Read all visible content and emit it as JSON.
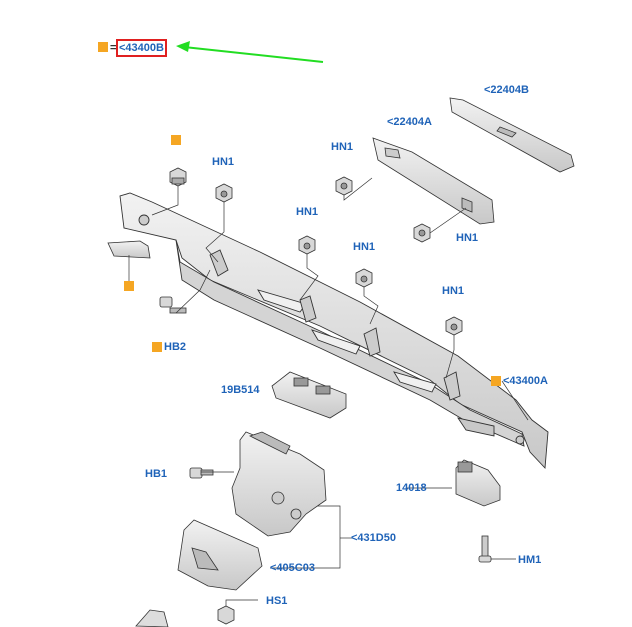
{
  "legend": {
    "marker_color": "#f5a623",
    "equals": "=",
    "ref": "<43400B",
    "highlight_color": "#e02020",
    "arrow_color": "#22dd22"
  },
  "labels": {
    "l_22404B": "<22404B",
    "l_22404A": "<22404A",
    "l_HN1_a": "HN1",
    "l_HN1_b": "HN1",
    "l_HN1_c": "HN1",
    "l_HN1_d": "HN1",
    "l_HN1_e": "HN1",
    "l_HN1_f": "HN1",
    "l_HB2": "HB2",
    "l_43400A": "<43400A",
    "l_19B514": "19B514",
    "l_HB1": "HB1",
    "l_14018": "14018",
    "l_431D50": "<431D50",
    "l_405C03": "<405C03",
    "l_HM1": "HM1",
    "l_HS1": "HS1"
  },
  "colors": {
    "label": "#1f63b8",
    "marker": "#f5a623",
    "line": "#333333",
    "part_fill": "#e6e6e6",
    "part_dark": "#b9b9b9"
  }
}
